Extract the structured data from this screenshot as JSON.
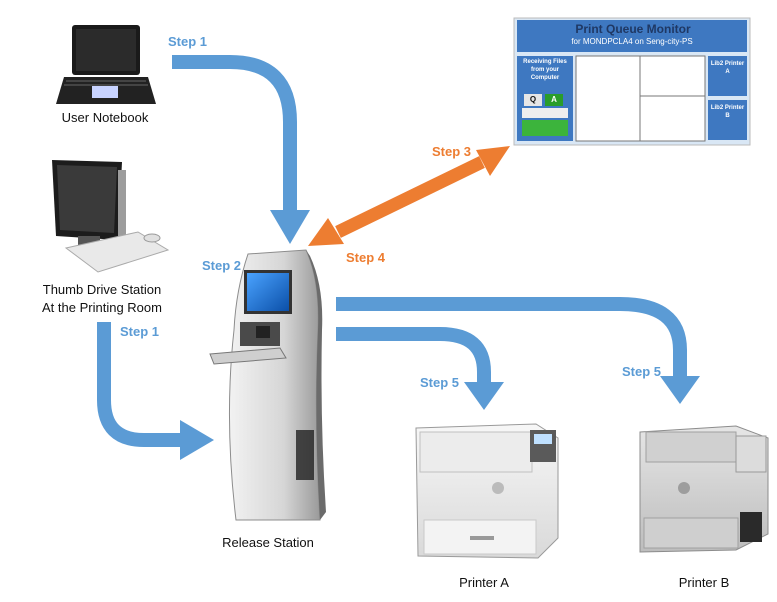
{
  "colors": {
    "arrow_blue": "#5b9bd5",
    "arrow_orange": "#ed7d31",
    "monitor_header": "#3e78c1",
    "monitor_bg": "#d9e7f5",
    "monitor_title": "#1f3864"
  },
  "labels": {
    "user_notebook": "User Notebook",
    "thumb_line1": "Thumb Drive Station",
    "thumb_line2": "At the Printing Room",
    "release_station": "Release Station",
    "printer_a": "Printer A",
    "printer_b": "Printer B"
  },
  "steps": {
    "step1_top": "Step 1",
    "step1_bottom": "Step 1",
    "step2": "Step 2",
    "step3": "Step 3",
    "step4": "Step 4",
    "step5_left": "Step 5",
    "step5_right": "Step 5"
  },
  "monitor": {
    "title": "Print Queue Monitor",
    "subtitle": "for MONDPCLA4 on Seng-city-PS",
    "left_panel": "Receiving Files from your Computer",
    "q_badge": "Q",
    "a_badge": "A",
    "right_a": "Lib2 Printer A",
    "right_b": "Lib2 Printer B"
  },
  "icons": {
    "notebook": "laptop-icon",
    "desktop": "desktop-computer-icon",
    "kiosk": "kiosk-icon",
    "printer_a": "printer-icon",
    "printer_b": "printer-icon"
  }
}
